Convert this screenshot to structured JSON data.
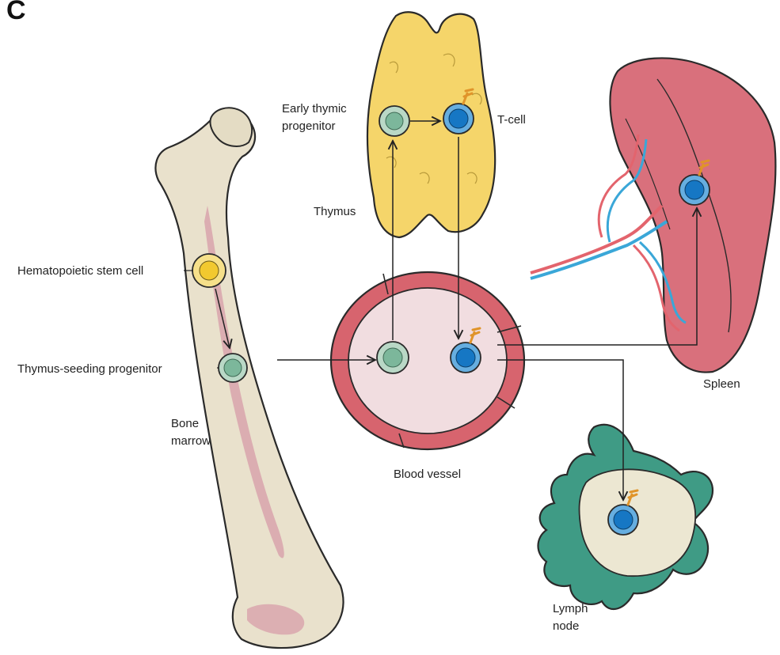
{
  "panel_letter": "C",
  "labels": {
    "early_thymic_progenitor_line1": "Early thymic",
    "early_thymic_progenitor_line2": "progenitor",
    "t_cell": "T-cell",
    "thymus": "Thymus",
    "hematopoietic_stem_cell": "Hematopoietic stem cell",
    "thymus_seeding_progenitor": "Thymus-seeding progenitor",
    "bone_marrow_line1": "Bone",
    "bone_marrow_line2": "marrow",
    "blood_vessel": "Blood vessel",
    "spleen": "Spleen",
    "lymph_node_line1": "Lymph",
    "lymph_node_line2": "node"
  },
  "colors": {
    "bone": "#e9e1cc",
    "marrow": "#d8a3ab",
    "thymus": "#f5d56a",
    "vessel_wall": "#d7646e",
    "vessel_lumen": "#f1dde0",
    "spleen": "#d9707c",
    "lymph_node": "#3f9b85",
    "stem_cell": "#f2c92f",
    "progenitor": "#7cb79b",
    "t_cell": "#1677c4",
    "receptor": "#e0942a",
    "artery": "#e3646d",
    "vein": "#3aa7d8"
  }
}
